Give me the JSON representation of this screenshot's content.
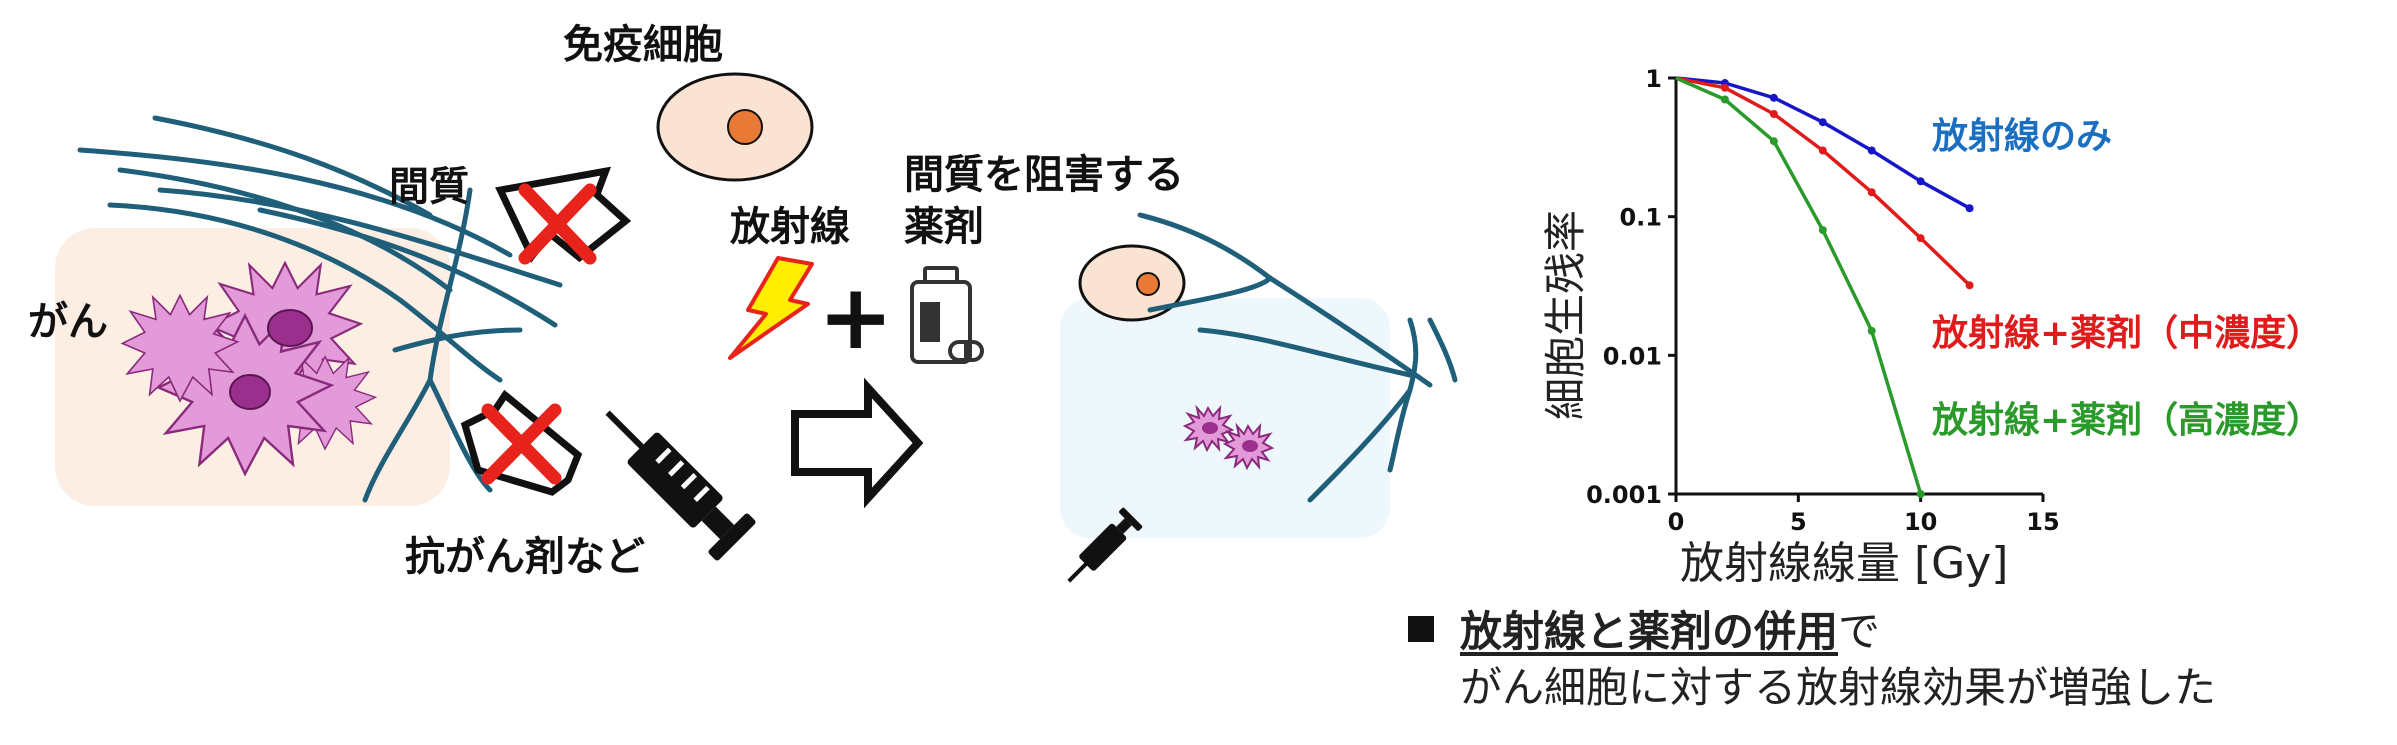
{
  "labels": {
    "immune_cell": "免疫細胞",
    "stroma": "間質",
    "cancer": "がん",
    "anticancer_drugs": "抗がん剤など",
    "radiation": "放射線",
    "stroma_inhibitor_line1": "間質を阻害する",
    "stroma_inhibitor_line2": "薬剤",
    "plus": "+"
  },
  "colors": {
    "fiber": "#1f5f7a",
    "cancer_cell": "#e39ad8",
    "cancer_nucleus": "#9a2f8e",
    "immune_cell_fill": "#fbe3d3",
    "immune_nucleus": "#e87a35",
    "cross": "#e8231c",
    "tumor_bg": "#fdeee4",
    "treated_bg": "#eef8fc",
    "radiation_only": "#1616c8",
    "drug_mid": "#e01b1b",
    "drug_high": "#2a9a2a"
  },
  "icons": [
    "cross-mark-icon",
    "arrow-icon",
    "lightning-icon",
    "syringe-icon",
    "medicine-bottle-icon",
    "big-arrow-icon"
  ],
  "chart_data": {
    "type": "line",
    "yscale": "log",
    "xlim": [
      0,
      15
    ],
    "ylim": [
      0.001,
      1
    ],
    "xticks": [
      "0",
      "5",
      "10",
      "15"
    ],
    "yticks": [
      "1",
      "0.1",
      "0.01",
      "0.001"
    ],
    "xlabel": "放射線線量 [Gy]",
    "ylabel": "細胞生残率",
    "series": [
      {
        "name": "放射線のみ",
        "color": "#1616c8",
        "label_color": "#1a6fc0",
        "x": [
          0,
          2,
          4,
          6,
          8,
          10,
          12
        ],
        "y": [
          1,
          0.92,
          0.72,
          0.48,
          0.3,
          0.18,
          0.115
        ]
      },
      {
        "name": "放射線+薬剤（中濃度）",
        "color": "#e01b1b",
        "label_color": "#e01b1b",
        "x": [
          0,
          2,
          4,
          6,
          8,
          10,
          12
        ],
        "y": [
          1,
          0.85,
          0.55,
          0.3,
          0.15,
          0.07,
          0.032
        ]
      },
      {
        "name": "放射線+薬剤（高濃度）",
        "color": "#2a9a2a",
        "label_color": "#2a9a2a",
        "x": [
          0,
          2,
          4,
          6,
          8,
          10
        ],
        "y": [
          1,
          0.7,
          0.35,
          0.08,
          0.015,
          0.001
        ]
      }
    ]
  },
  "summary": {
    "line1_emph_a": "放射線と薬剤の併用",
    "line1_rest": "で",
    "line2": "がん細胞に対する放射線効果が増強した"
  }
}
